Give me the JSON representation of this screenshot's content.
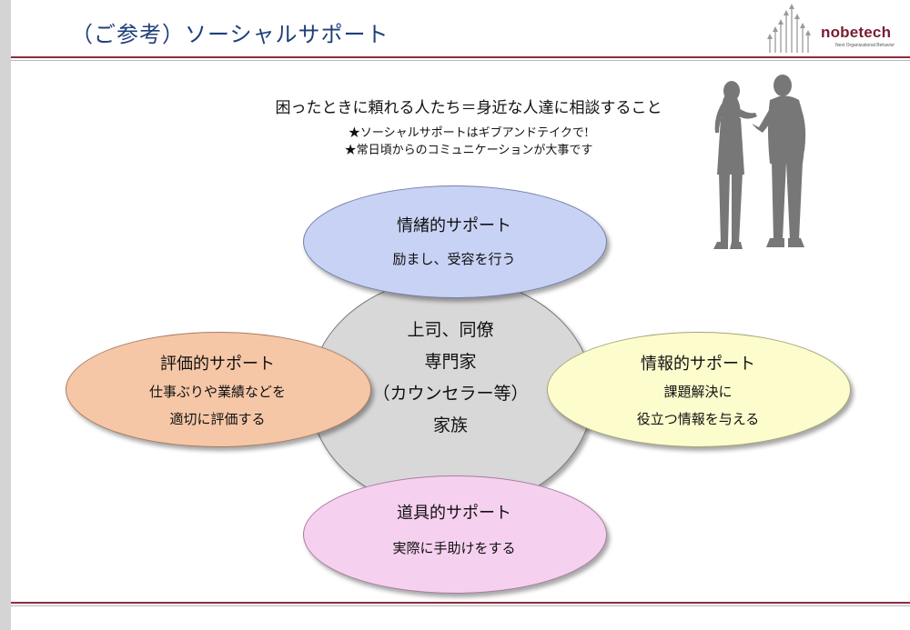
{
  "slide": {
    "title": "（ご参考）ソーシャルサポート"
  },
  "logo": {
    "name": "nobetech",
    "tagline": "Next Organizational Behavior"
  },
  "intro": {
    "headline": "困ったときに頼れる人たち＝身近な人達に相談すること",
    "notes": [
      "★ソーシャルサポートはギブアンドテイクで!",
      "★常日頃からのコミュニケーションが大事です"
    ]
  },
  "center": {
    "lines": [
      "上司、同僚",
      "専門家",
      "（カウンセラー等）",
      "家族"
    ]
  },
  "supports": {
    "emotional": {
      "title": "情緒的サポート",
      "lines": [
        "励まし、受容を行う"
      ]
    },
    "appraisal": {
      "title": "評価的サポート",
      "lines": [
        "仕事ぶりや業績などを",
        "適切に評価する"
      ]
    },
    "informational": {
      "title": "情報的サポート",
      "lines": [
        "課題解決に",
        "役立つ情報を与える"
      ]
    },
    "instrumental": {
      "title": "道具的サポート",
      "lines": [
        "実際に手助けをする"
      ]
    }
  },
  "colors": {
    "title": "#1f3f7a",
    "rule": "#8b2c3f",
    "emotional": "#c8d2f4",
    "appraisal": "#f5c7a7",
    "informational": "#fdfccc",
    "instrumental": "#f6d0ef",
    "center": "#d8d8d8"
  },
  "icons": {
    "logo_graphic": "rising-bars-arrows-icon",
    "figures": "two-people-talking-silhouette"
  }
}
